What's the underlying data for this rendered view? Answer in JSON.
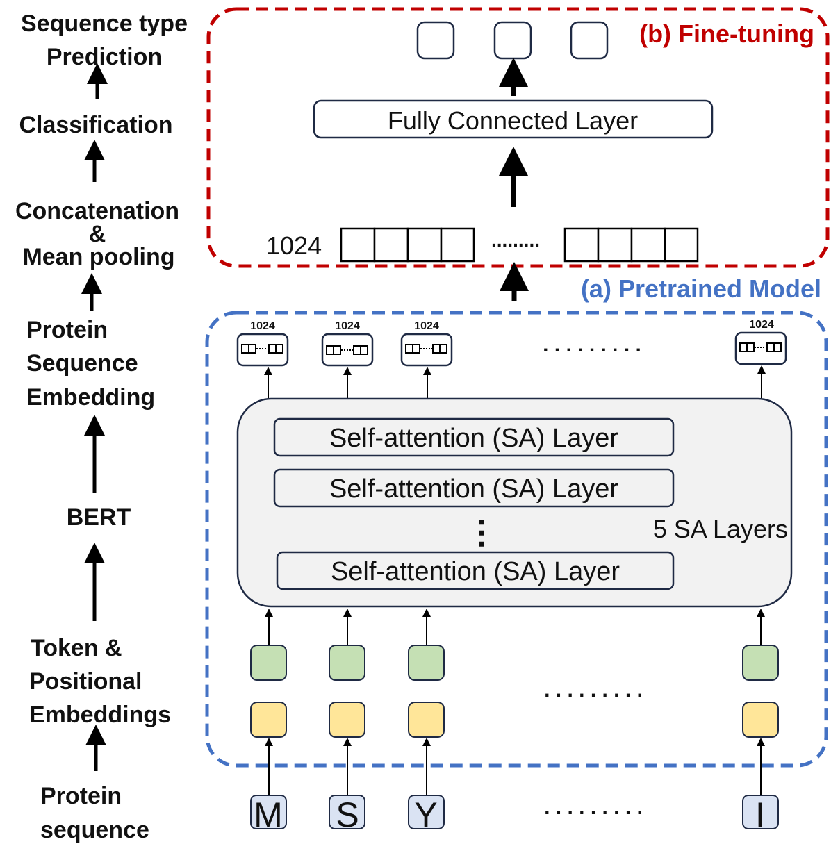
{
  "left_labels": {
    "prediction_1": "Sequence type",
    "prediction_2": "Prediction",
    "classification": "Classification",
    "concat_1": "Concatenation",
    "concat_2": "&",
    "concat_3": "Mean pooling",
    "embedding_1": "Protein",
    "embedding_2": "Sequence",
    "embedding_3": "Embedding",
    "bert": "BERT",
    "token_1": "Token &",
    "token_2": "Positional",
    "token_3": "Embeddings",
    "protein_1": "Protein",
    "protein_2": "sequence"
  },
  "fine_tuning": {
    "title": "(b) Fine-tuning",
    "fc_label": "Fully Connected Layer",
    "dim_label": "1024",
    "dots": "........."
  },
  "pretrained": {
    "title": "(a) Pretrained Model",
    "output_dims": [
      "1024",
      "1024",
      "1024",
      "1024"
    ],
    "top_dots": ". . . . . . . . .",
    "sa_layers": [
      "Self-attention (SA) Layer",
      "Self-attention (SA) Layer",
      "Self-attention (SA) Layer"
    ],
    "vdots": "⋮",
    "sa_count": "5 SA Layers",
    "mid_dots": ". . . . . . . . .",
    "tokens": [
      "M",
      "S",
      "Y",
      "I"
    ],
    "bottom_dots": ". . . . . . . . ."
  },
  "colors": {
    "fine_tuning_border": "#c00000",
    "pretrained_border": "#4472c4",
    "token_fill": "#dae3f3",
    "pos_fill": "#c5e0b4",
    "emb_fill": "#ffe699",
    "block_fill": "#f2f2f2"
  }
}
